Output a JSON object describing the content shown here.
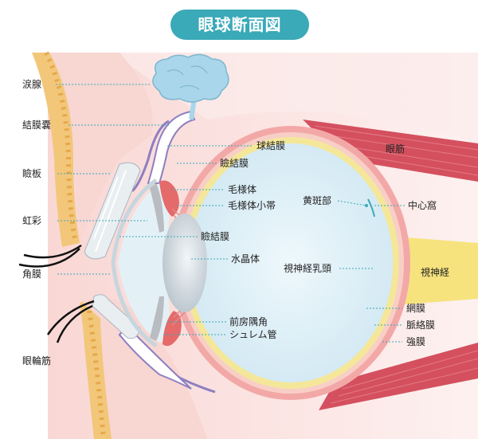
{
  "title": "眼球断面図",
  "labels": {
    "lacrimal_gland": "涙腺",
    "conjunctival_sac": "結膜嚢",
    "tarsal_plate": "瞼板",
    "iris": "虹彩",
    "cornea": "角膜",
    "orbicularis_oculi": "眼輪筋",
    "bulbar_conjunctiva": "球結膜",
    "palpebral_conjunctiva_upper": "瞼結膜",
    "ciliary_body": "毛様体",
    "ciliary_zonule": "毛様体小帯",
    "palpebral_conjunctiva_mid": "瞼結膜",
    "lens": "水晶体",
    "anterior_chamber_angle": "前房隅角",
    "schlemm_canal": "シュレム管",
    "macula": "黄斑部",
    "fovea": "中心窩",
    "optic_disc": "視神経乳頭",
    "optic_nerve": "視神経",
    "extraocular_muscle": "眼筋",
    "retina": "網膜",
    "choroid": "脈絡膜",
    "sclera": "強膜"
  },
  "colors": {
    "title_bg": "#3aa9b8",
    "leader": "#3aa9b8",
    "skin": "#f6c8c4",
    "bone": "#f3c77a",
    "sclera_ring": "#f3a8a8",
    "retina_ring": "#f4e79a",
    "vitreous": "#d9eef6",
    "muscle": "#d4505f",
    "nerve": "#f6e37d",
    "gland": "#a9d6ea"
  }
}
